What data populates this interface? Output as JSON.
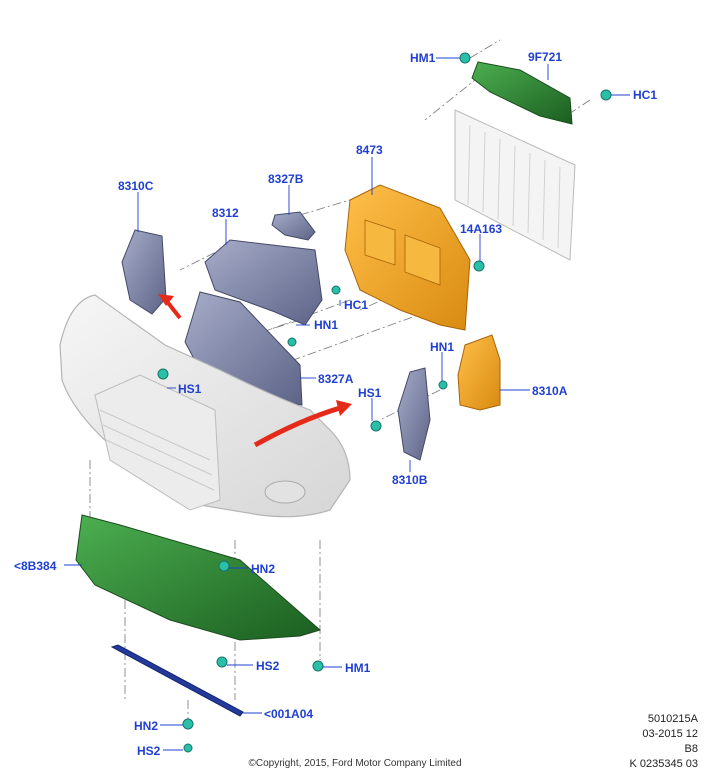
{
  "labels": {
    "hm1_top": "HM1",
    "l9f721": "9F721",
    "hc1_top": "HC1",
    "l8473": "8473",
    "l8327b": "8327B",
    "l8310c": "8310C",
    "l8312": "8312",
    "l14a163": "14A163",
    "hc1_mid": "HC1",
    "hn1_left": "HN1",
    "hn1_right": "HN1",
    "hs1_left": "HS1",
    "l8327a": "8327A",
    "l8310a": "8310A",
    "hs1_right": "HS1",
    "l8310b": "8310B",
    "l8b384": "<8B384",
    "hn2_top": "HN2",
    "hs2_top": "HS2",
    "hm1_bottom": "HM1",
    "l001a04": "<001A04",
    "hn2_bottom": "HN2",
    "hs2_bottom": "HS2"
  },
  "meta": {
    "line1": "5010215A",
    "line2": "03-2015 12",
    "line3": "B8",
    "line4": "K 0235345 03"
  },
  "copyright": "©Copyright, 2015, Ford Motor Company Limited",
  "colors": {
    "label": "#1f3fd0",
    "green_part": "#2e7d32",
    "orange_part": "#f0a020",
    "blue_grey_part": "#7f86a8",
    "clip": "#2bbfa8",
    "arrow": "#e62a1a",
    "bumper": "#e8e8e8"
  },
  "icons": {
    "direction_arrow": "red-arrow-icon",
    "fastener": "clip-icon"
  }
}
